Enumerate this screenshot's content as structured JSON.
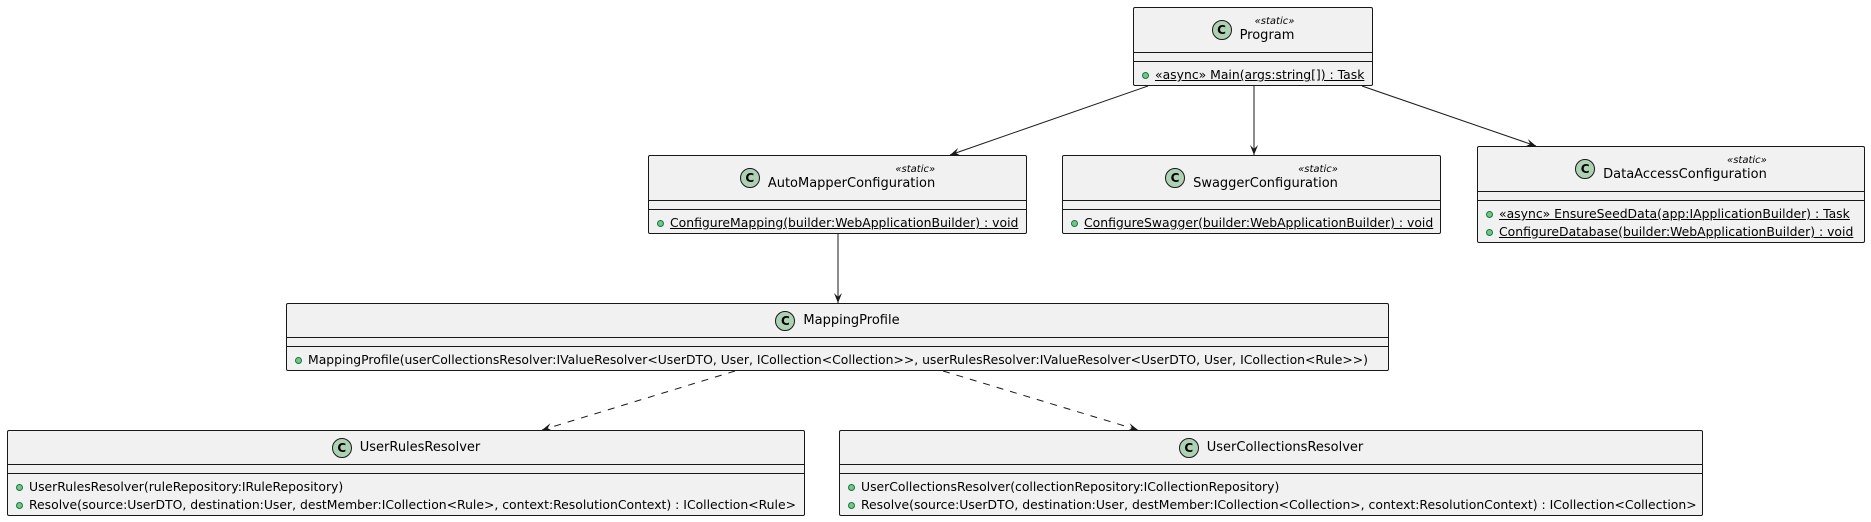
{
  "diagram": {
    "classes": [
      {
        "id": "program",
        "icon": "class-icon",
        "badge": "C",
        "stereotype": "«static»",
        "name": "Program",
        "members": [
          "«async» Main(args:string[]) : Task"
        ]
      },
      {
        "id": "automapper",
        "icon": "class-icon",
        "badge": "C",
        "stereotype": "«static»",
        "name": "AutoMapperConfiguration",
        "members": [
          "ConfigureMapping(builder:WebApplicationBuilder) : void"
        ]
      },
      {
        "id": "swagger",
        "icon": "class-icon",
        "badge": "C",
        "stereotype": "«static»",
        "name": "SwaggerConfiguration",
        "members": [
          "ConfigureSwagger(builder:WebApplicationBuilder) : void"
        ]
      },
      {
        "id": "dataaccess",
        "icon": "class-icon",
        "badge": "C",
        "stereotype": "«static»",
        "name": "DataAccessConfiguration",
        "members": [
          "«async» EnsureSeedData(app:IApplicationBuilder) : Task",
          "ConfigureDatabase(builder:WebApplicationBuilder) : void"
        ]
      },
      {
        "id": "mappingprofile",
        "icon": "class-icon",
        "badge": "C",
        "stereotype": "",
        "name": "MappingProfile",
        "members": [
          "MappingProfile(userCollectionsResolver:IValueResolver<UserDTO, User, ICollection<Collection>>, userRulesResolver:IValueResolver<UserDTO, User, ICollection<Rule>>)"
        ]
      },
      {
        "id": "userrules",
        "icon": "class-icon",
        "badge": "C",
        "stereotype": "",
        "name": "UserRulesResolver",
        "members": [
          "UserRulesResolver(ruleRepository:IRuleRepository)",
          "Resolve(source:UserDTO, destination:User, destMember:ICollection<Rule>, context:ResolutionContext) : ICollection<Rule>"
        ]
      },
      {
        "id": "usercollections",
        "icon": "class-icon",
        "badge": "C",
        "stereotype": "",
        "name": "UserCollectionsResolver",
        "members": [
          "UserCollectionsResolver(collectionRepository:ICollectionRepository)",
          "Resolve(source:UserDTO, destination:User, destMember:ICollection<Collection>, context:ResolutionContext) : ICollection<Collection>"
        ]
      }
    ],
    "relations": [
      {
        "from": "program",
        "to": "automapper",
        "style": "solid"
      },
      {
        "from": "program",
        "to": "swagger",
        "style": "solid"
      },
      {
        "from": "program",
        "to": "dataaccess",
        "style": "solid"
      },
      {
        "from": "automapper",
        "to": "mappingprofile",
        "style": "solid"
      },
      {
        "from": "mappingprofile",
        "to": "userrules",
        "style": "dashed"
      },
      {
        "from": "mappingprofile",
        "to": "usercollections",
        "style": "dashed"
      }
    ]
  }
}
